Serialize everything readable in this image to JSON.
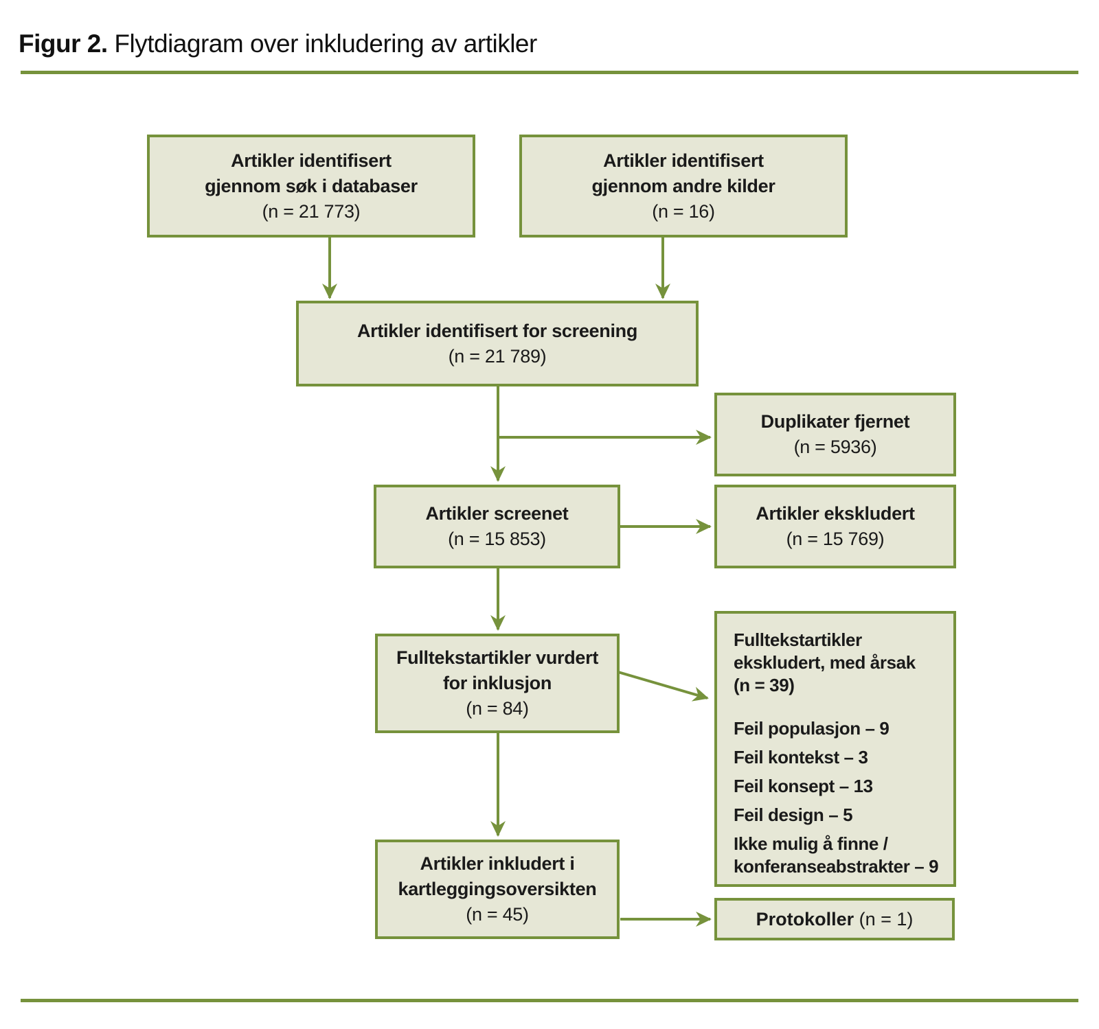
{
  "figure": {
    "title_prefix": "Figur 2.",
    "title_suffix": " Flytdiagram over inkludering av artikler"
  },
  "colors": {
    "accent_green": "#76923C",
    "box_fill": "#E6E7D6",
    "text": "#1A1A1A"
  },
  "boxes": {
    "db_search": {
      "lines": [
        "Artikler identifisert",
        "gjennom søk i databaser"
      ],
      "n": "(n = 21 773)"
    },
    "other_sources": {
      "lines": [
        "Artikler identifisert",
        "gjennom andre kilder"
      ],
      "n": "(n = 16)"
    },
    "screening_identified": {
      "lines": [
        "Artikler identifisert for screening"
      ],
      "n": "(n = 21 789)"
    },
    "duplicates_removed": {
      "lines": [
        "Duplikater fjernet"
      ],
      "n": "(n = 5936)"
    },
    "screened": {
      "lines": [
        "Artikler screenet"
      ],
      "n": "(n = 15 853)"
    },
    "excluded": {
      "lines": [
        "Artikler ekskludert"
      ],
      "n": "(n = 15 769)"
    },
    "fulltext_assessed": {
      "lines": [
        "Fulltekstartikler vurdert",
        "for inklusjon"
      ],
      "n": "(n = 84)"
    },
    "fulltext_excluded": {
      "heading_lines": [
        "Fulltekstartikler",
        "ekskludert, med årsak",
        "(n = 39)"
      ],
      "reasons": [
        "Feil populasjon – 9",
        "Feil kontekst – 3",
        "Feil konsept – 13",
        "Feil design – 5",
        "Ikke mulig å finne / konferanseabstrakter – 9"
      ]
    },
    "included": {
      "lines": [
        "Artikler inkludert i",
        "kartleggingsoversikten"
      ],
      "n": "(n = 45)"
    },
    "protocols": {
      "label_bold": "Protokoller",
      "label_regular": " (n = 1)"
    }
  }
}
